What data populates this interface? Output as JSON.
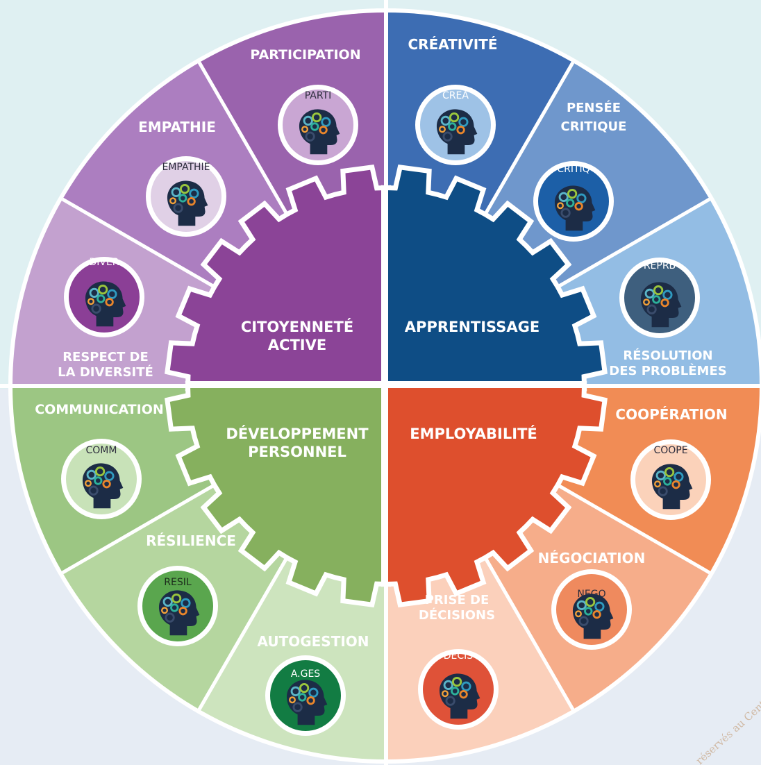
{
  "watermark": "réservés au Centre National D",
  "quadrants": [
    {
      "name": "CITOYENNETÉ",
      "name2": "ACTIVE",
      "color": "#8b4497"
    },
    {
      "name": "APPRENTISSAGE",
      "name2": "",
      "color": "#0e4d85"
    },
    {
      "name": "DÉVELOPPEMENT",
      "name2": "PERSONNEL",
      "color": "#86b05e"
    },
    {
      "name": "EMPLOYABILITÉ",
      "name2": "",
      "color": "#de4f2d"
    }
  ],
  "segments": [
    {
      "label1": "PARTICIPATION",
      "label2": "",
      "code": "PARTI",
      "color": "#9a63ad",
      "badge": "#c9a6d3",
      "code_color": "#2c2c3c"
    },
    {
      "label1": "EMPATHIE",
      "label2": "",
      "code": "EMPATHIE",
      "color": "#ac7ec0",
      "badge": "#e0d0e6",
      "code_color": "#2c2c3c"
    },
    {
      "label1": "RESPECT DE",
      "label2": "LA DIVERSITÉ",
      "code": "DIVER",
      "color": "#c3a1cf",
      "badge": "#8b3f96",
      "code_color": "#ffffff"
    },
    {
      "label1": "CRÉATIVITÉ",
      "label2": "",
      "code": "CREA",
      "color": "#3d6db3",
      "badge": "#9ec2e6",
      "code_color": "#ffffff"
    },
    {
      "label1": "PENSÉE",
      "label2": "CRITIQUE",
      "code": "CRITIQ",
      "color": "#6f97cc",
      "badge": "#1c5fa7",
      "code_color": "#ffffff"
    },
    {
      "label1": "RÉSOLUTION",
      "label2": "DES PROBLÈMES",
      "code": "REPRB",
      "color": "#93bde4",
      "badge": "#3e5f7e",
      "code_color": "#ffffff"
    },
    {
      "label1": "COMMUNICATION",
      "label2": "",
      "code": "COMM",
      "color": "#9cc683",
      "badge": "#c8e2b8",
      "code_color": "#2c2c3c"
    },
    {
      "label1": "RÉSILIENCE",
      "label2": "",
      "code": "RESIL",
      "color": "#b5d69f",
      "badge": "#5aa64e",
      "code_color": "#1c2c1c"
    },
    {
      "label1": "AUTOGESTION",
      "label2": "",
      "code": "A.GES",
      "color": "#cde4be",
      "badge": "#127c43",
      "code_color": "#ffffff"
    },
    {
      "label1": "COOPÉRATION",
      "label2": "",
      "code": "COOPE",
      "color": "#f18c55",
      "badge": "#fbd2ba",
      "code_color": "#2c2c3c"
    },
    {
      "label1": "NÉGOCIATION",
      "label2": "",
      "code": "NEGO",
      "color": "#f6ad8a",
      "badge": "#ef8a5e",
      "code_color": "#2c2c3c"
    },
    {
      "label1": "PRISE DE",
      "label2": "DÉCISIONS",
      "code": "DECIS",
      "color": "#fbd0bb",
      "badge": "#df5238",
      "code_color": "#ffffff"
    }
  ]
}
